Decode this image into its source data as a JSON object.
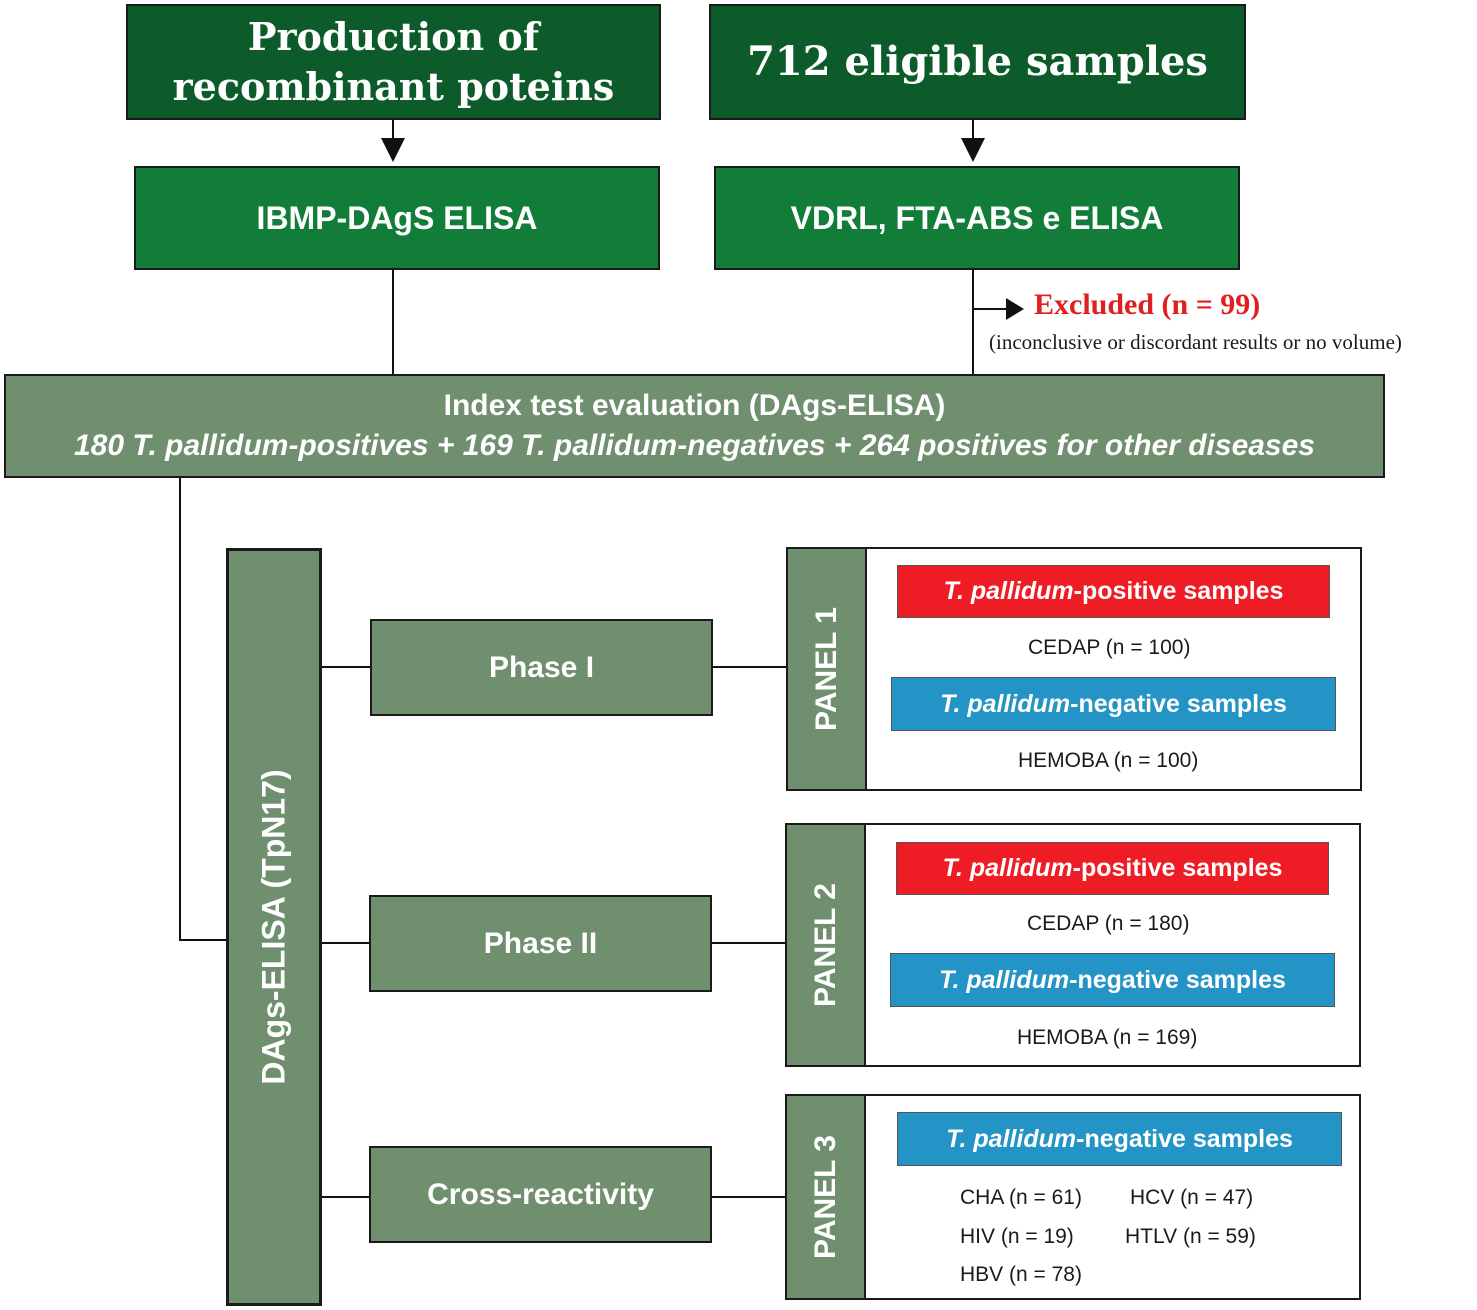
{
  "top_left": {
    "line1": "Production of",
    "line2": "recombinant poteins"
  },
  "top_right": {
    "title": "712 eligible samples"
  },
  "second_left": {
    "title": "IBMP-DAgS ELISA"
  },
  "second_right": {
    "title": "VDRL, FTA-ABS e ELISA"
  },
  "excluded": {
    "title": "Excluded (n = 99)",
    "note": "(inconclusive or discordant results or no volume)"
  },
  "index_test": {
    "title": "Index test evaluation (DAgs-ELISA)",
    "detail": "180 T. pallidum-positives + 169 T. pallidum-negatives + 264 positives for other diseases"
  },
  "side_label": "DAgs-ELISA (TpN17)",
  "phases": [
    {
      "label": "Phase I"
    },
    {
      "label": "Phase II"
    },
    {
      "label": "Cross-reactivity"
    }
  ],
  "panels": [
    {
      "label": "PANEL 1",
      "positive": {
        "italic": "T. pallidum",
        "rest": "-positive samples",
        "source": "CEDAP (n = 100)"
      },
      "negative": {
        "italic": "T. pallidum",
        "rest": "-negative samples",
        "source": "HEMOBA (n = 100)"
      }
    },
    {
      "label": "PANEL 2",
      "positive": {
        "italic": "T. pallidum",
        "rest": "-positive samples",
        "source": "CEDAP (n = 180)"
      },
      "negative": {
        "italic": "T. pallidum",
        "rest": "-negative samples",
        "source": "HEMOBA (n = 169)"
      }
    },
    {
      "label": "PANEL 3",
      "negative": {
        "italic": "T. pallidum",
        "rest": "-negative samples"
      },
      "diseases": [
        "CHA (n = 61)",
        "HCV (n = 47)",
        "HIV (n = 19)",
        "HTLV (n = 59)",
        "HBV (n = 78)"
      ]
    }
  ],
  "colors": {
    "dark_green": "#0d5a2a",
    "mid_green": "#127d38",
    "sage": "#6f8f6e",
    "positive_red": "#ee1c24",
    "negative_blue": "#2494c7",
    "excluded_red": "#e02020"
  }
}
